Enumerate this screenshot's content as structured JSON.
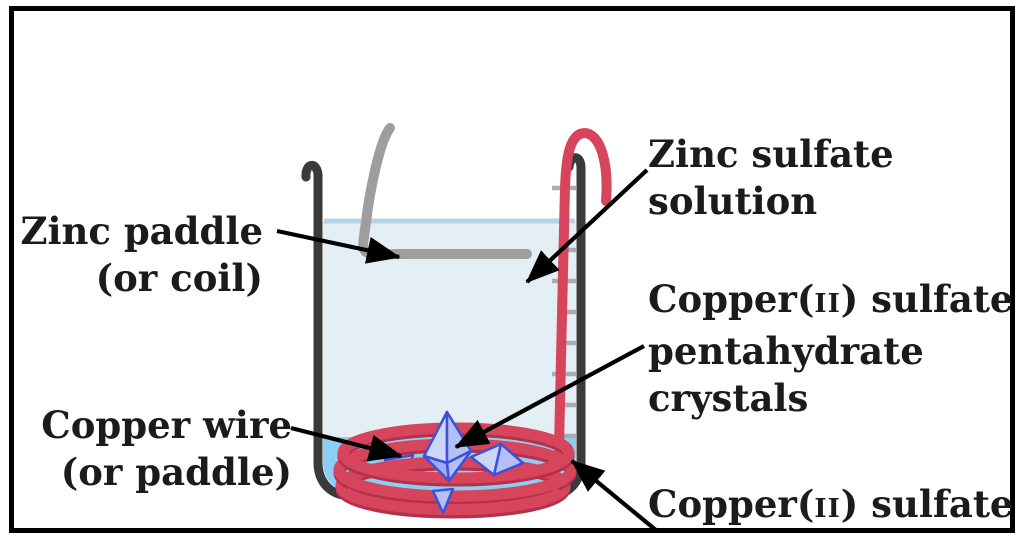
{
  "figure": {
    "type": "labeled-diagram",
    "subject": "Beaker apparatus: copper(II) sulfate and zinc displacement experiment",
    "labels": {
      "zinc_paddle": {
        "line1": "Zinc paddle",
        "line2": "(or coil)"
      },
      "zinc_sulfate_solution": {
        "line1": "Zinc sulfate",
        "line2": "solution"
      },
      "copper_sulfate_pentahydrate": {
        "pre": "Copper(",
        "roman": "II",
        "post": ") sulfate",
        "line2": "pentahydrate",
        "line3": "crystals"
      },
      "copper_wire": {
        "line1": "Copper wire",
        "line2": "(or paddle)"
      },
      "copper_sulfate_solution": {
        "pre": "Copper(",
        "roman": "II",
        "post": ") sulfate"
      }
    },
    "colors": {
      "background": "#ffffff",
      "frame": "#000000",
      "beaker_outline": "#3a3a3a",
      "zinc_paddle": "#9e9e9e",
      "copper_wire": "#d6455b",
      "copper_wire_shadow": "#b5304a",
      "zinc_solution": "#e4eef5",
      "surface_line": "#b5d5e6",
      "copper_solution": "#8bd0f4",
      "crystal_light": "#cdd6f8",
      "crystal_mid": "#b4c0f3",
      "crystal_dark": "#9fadee",
      "crystal_outline": "#3b51dd",
      "graduation": "#a8adb2",
      "label": "#1b1b1b",
      "arrow": "#000000"
    }
  }
}
